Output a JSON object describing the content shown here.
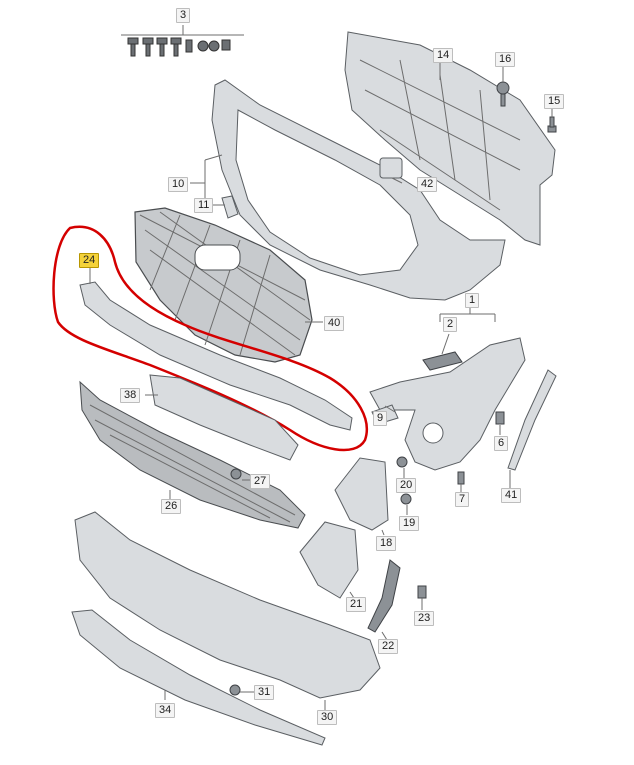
{
  "diagram": {
    "callouts": [
      {
        "id": "c3",
        "label": "3"
      },
      {
        "id": "c14",
        "label": "14"
      },
      {
        "id": "c16",
        "label": "16"
      },
      {
        "id": "c15",
        "label": "15"
      },
      {
        "id": "c10",
        "label": "10"
      },
      {
        "id": "c42",
        "label": "42"
      },
      {
        "id": "c11",
        "label": "11"
      },
      {
        "id": "c24",
        "label": "24",
        "highlighted": true
      },
      {
        "id": "c40",
        "label": "40"
      },
      {
        "id": "c1",
        "label": "1"
      },
      {
        "id": "c2",
        "label": "2"
      },
      {
        "id": "c38",
        "label": "38"
      },
      {
        "id": "c9",
        "label": "9"
      },
      {
        "id": "c6",
        "label": "6"
      },
      {
        "id": "c27",
        "label": "27"
      },
      {
        "id": "c20",
        "label": "20"
      },
      {
        "id": "c7",
        "label": "7"
      },
      {
        "id": "c41",
        "label": "41"
      },
      {
        "id": "c26",
        "label": "26"
      },
      {
        "id": "c19",
        "label": "19"
      },
      {
        "id": "c18",
        "label": "18"
      },
      {
        "id": "c21",
        "label": "21"
      },
      {
        "id": "c23",
        "label": "23"
      },
      {
        "id": "c22",
        "label": "22"
      },
      {
        "id": "c31",
        "label": "31"
      },
      {
        "id": "c34",
        "label": "34"
      },
      {
        "id": "c30",
        "label": "30"
      }
    ],
    "highlight_color": "#f4d23a",
    "marker_color": "#d40000",
    "part_color": "#d9dcdf"
  }
}
